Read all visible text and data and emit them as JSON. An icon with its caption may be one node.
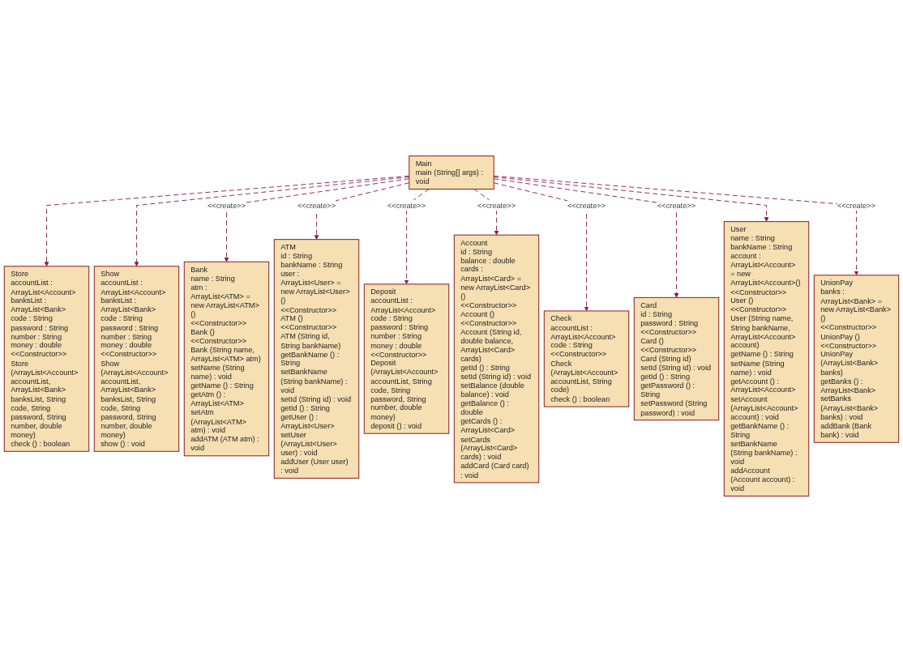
{
  "diagram": {
    "nodes": [
      {
        "text": [
          "Store",
          "accountList : ArrayList<Account>",
          "banksList : ArrayList<Bank>",
          "code : String",
          "password : String",
          "number : String",
          "money : double",
          "<<Constructor>> Store (ArrayList<Account> accountList, ArrayList<Bank> banksList, String code, String password, String number, double money)",
          "check () : boolean"
        ]
      },
      {
        "text": [
          "Show",
          "accountList : ArrayList<Account>",
          "banksList : ArrayList<Bank>",
          "code : String",
          "password : String",
          "number : String",
          "money : double",
          "<<Constructor>> Show (ArrayList<Account> accountList, ArrayList<Bank> banksList, String code, String password, String number, double money)",
          "show () : void"
        ]
      },
      {
        "text": [
          "Bank",
          "name : String",
          "atm : ArrayList<ATM> = new ArrayList<ATM>()",
          "<<Constructor>> Bank ()",
          "<<Constructor>> Bank (String name, ArrayList<ATM> atm)",
          "setName (String name) : void",
          "getName () : String",
          "getAtm () : ArrayList<ATM>",
          "setAtm (ArrayList<ATM> atm) : void",
          "addATM (ATM atm) : void"
        ]
      },
      {
        "text": [
          "ATM",
          "id : String",
          "bankName : String",
          "user : ArrayList<User> = new ArrayList<User>()",
          "<<Constructor>> ATM ()",
          "<<Constructor>> ATM (String id, String bankName)",
          "getBankName () : String",
          "setBankName (String bankName) : void",
          "setId (String id) : void",
          "getId () : String",
          "getUser () : ArrayList<User>",
          "setUser (ArrayList<User> user) : void",
          "addUser (User user) : void"
        ]
      },
      {
        "text": [
          "Deposit",
          "accountList : ArrayList<Account>",
          "code : String",
          "password : String",
          "number : String",
          "money : double",
          "<<Constructor>> Deposit (ArrayList<Account> accountList, String code, String password, String number, double money)",
          "deposit () : void"
        ]
      },
      {
        "text": [
          "Main",
          "main (String[] args) : void"
        ]
      },
      {
        "text": [
          "Account",
          "id : String",
          "balance : double",
          "cards : ArrayList<Card> = new ArrayList<Card>()",
          "<<Constructor>> Account ()",
          "<<Constructor>> Account (String id, double balance, ArrayList<Card> cards)",
          "getId () : String",
          "setId (String id) : void",
          "setBalance (double balance) : void",
          "getBalance () : double",
          "getCards () : ArrayList<Card>",
          "setCards (ArrayList<Card> cards) : void",
          "addCard (Card card) : void"
        ]
      },
      {
        "text": [
          "Check",
          "accountList : ArrayList<Account>",
          "code : String",
          "<<Constructor>> Check (ArrayList<Account> accountList, String code)",
          "check () : boolean"
        ]
      },
      {
        "text": [
          "Card",
          "id : String",
          "password : String",
          "<<Constructor>> Card ()",
          "<<Constructor>> Card (String id)",
          "setId (String id) : void",
          "getId () : String",
          "getPassword () : String",
          "setPassword (String password) : void"
        ]
      },
      {
        "text": [
          "User",
          "name : String",
          "bankName : String",
          "account : ArrayList<Account> = new ArrayList<Account>()",
          "<<Constructor>> User ()",
          "<<Constructor>> User (String name, String bankName, ArrayList<Account> account)",
          "getName () : String",
          "setName (String name) : void",
          "getAccount () : ArrayList<Account>",
          "setAccount (ArrayList<Account> account) : void",
          "getBankName () : String",
          "setBankName (String bankName) : void",
          "addAccount (Account account) : void"
        ]
      },
      {
        "text": [
          "UnionPay",
          "banks : ArrayList<Bank> = new ArrayList<Bank>()",
          "<<Constructor>> UnionPay ()",
          "<<Constructor>> UnionPay (ArrayList<Bank> banks)",
          "getBanks () : ArrayList<Bank>",
          "setBanks (ArrayList<Bank> banks) : void",
          "addBank (Bank bank) : void"
        ]
      }
    ],
    "edges": [
      {
        "from": 5,
        "to": 0,
        "arrow": "to",
        "style": "dashed"
      },
      {
        "from": 5,
        "to": 1,
        "arrow": "to",
        "style": "dashed"
      },
      {
        "from": 5,
        "to": 2,
        "arrow": "to",
        "style": "dashed",
        "label": "<<create>>"
      },
      {
        "from": 5,
        "to": 3,
        "arrow": "to",
        "style": "dashed",
        "label": "<<create>>"
      },
      {
        "from": 5,
        "to": 4,
        "arrow": "to",
        "style": "dashed",
        "label": "<<create>>"
      },
      {
        "from": 5,
        "to": 6,
        "arrow": "to",
        "style": "dashed",
        "label": "<<create>>"
      },
      {
        "from": 5,
        "to": 7,
        "arrow": "to",
        "style": "dashed",
        "label": "<<create>>"
      },
      {
        "from": 5,
        "to": 8,
        "arrow": "to",
        "style": "dashed",
        "label": "<<create>>"
      },
      {
        "from": 5,
        "to": 9,
        "arrow": "to",
        "style": "dashed"
      },
      {
        "from": 5,
        "to": 10,
        "arrow": "to",
        "style": "dashed",
        "label": "<<create>>"
      }
    ]
  }
}
